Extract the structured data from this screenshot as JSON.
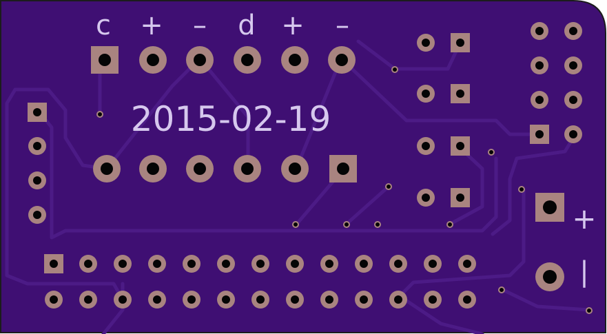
{
  "board": {
    "board_color": "#3f0f73",
    "trace_color": "#4a1a82",
    "pad_color": "#a98480",
    "silk_color": "#d6c8ee",
    "edge_color": "#2a2a2a"
  },
  "labels": {
    "header_c": "c",
    "header_plus_1": "+",
    "header_minus_1": "–",
    "header_d": "d",
    "header_plus_2": "+",
    "header_minus_2": "–",
    "date_code": "2015-02-19",
    "power_plus": "+",
    "power_minus": "|"
  }
}
